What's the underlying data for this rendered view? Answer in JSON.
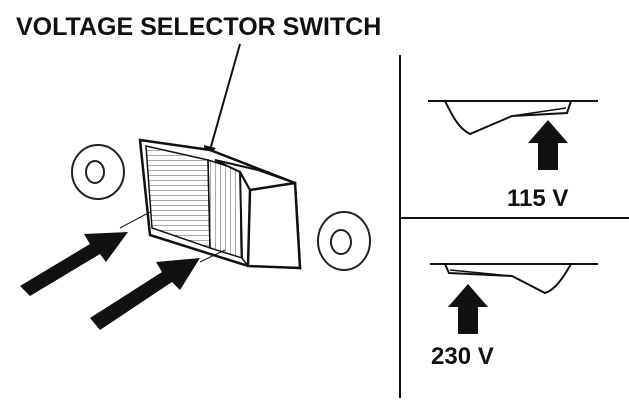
{
  "diagram": {
    "title": "VOLTAGE SELECTOR SWITCH",
    "positions": [
      {
        "label": "115 V"
      },
      {
        "label": "230 V"
      }
    ]
  },
  "colors": {
    "ink": "#111111",
    "background": "#ffffff",
    "hatch": "#555555"
  }
}
